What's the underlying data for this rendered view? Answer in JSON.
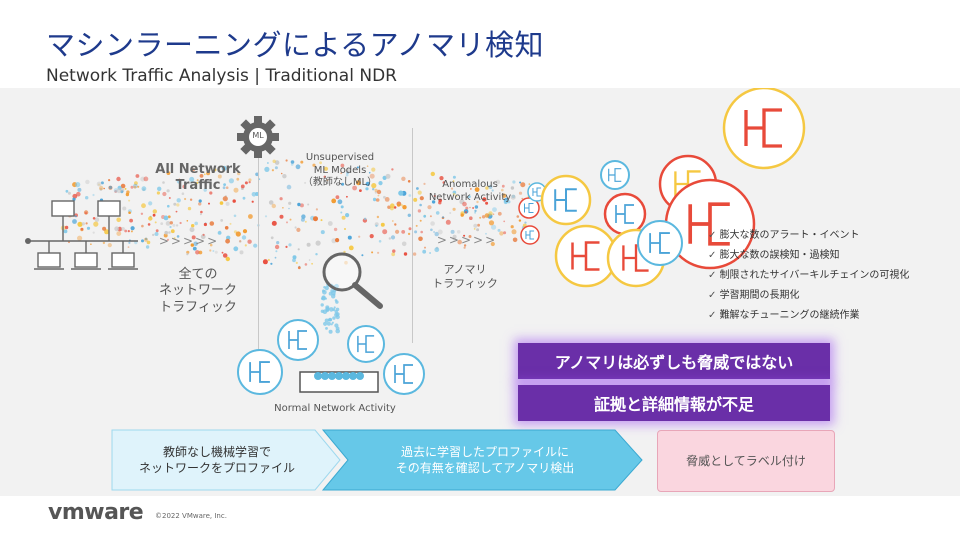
{
  "header": {
    "title": "マシンラーニングによるアノマリ検知",
    "subtitle": "Network Traffic Analysis | Traditional NDR"
  },
  "diagram": {
    "all_traffic": "All Network Traffic",
    "all_traffic_jp_1": "全ての",
    "all_traffic_jp_2": "ネットワーク",
    "all_traffic_jp_3": "トラフィック",
    "ml_badge": "ML",
    "ml_models_1": "Unsupervised",
    "ml_models_2": "ML Models",
    "ml_models_3": "（教師なしML）",
    "anomalous_1": "Anomalous",
    "anomalous_2": "Network Activity",
    "anomaly_jp_1": "アノマリ",
    "anomaly_jp_2": "トラフィック",
    "normal_activity": "Normal Network Activity",
    "arrows": ">>>>>"
  },
  "bullets": [
    "膨大な数のアラート・イベント",
    "膨大な数の誤検知・過検知",
    "制限されたサイバーキルチェインの可視化",
    "学習期間の長期化",
    "難解なチューニングの継続作業"
  ],
  "callouts": {
    "line1": "アノマリは必ずしも脅威ではない",
    "line2": "証拠と詳細情報が不足"
  },
  "steps": {
    "step1_a": "教師なし機械学習で",
    "step1_b": "ネットワークをプロファイル",
    "step2_a": "過去に学習したプロファイルに",
    "step2_b": "その有無を確認してアノマリ検出",
    "step3": "脅威としてラベル付け"
  },
  "footer": {
    "logo": "vmware",
    "copyright": "©2022 VMware, Inc."
  },
  "colors": {
    "title": "#1e3a8c",
    "callout": "#6a2fa8",
    "step1": "#dff3fb",
    "step2": "#5fc4e6",
    "step3": "#f9d3dd"
  }
}
